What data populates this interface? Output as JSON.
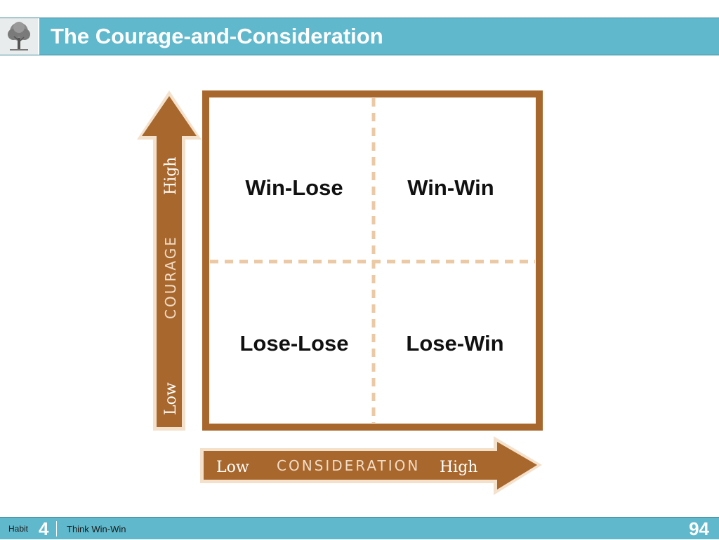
{
  "header": {
    "title": "The Courage-and-Consideration"
  },
  "diagram": {
    "quadrants": {
      "top_left": "Win-Lose",
      "top_right": "Win-Win",
      "bottom_left": "Lose-Lose",
      "bottom_right": "Lose-Win"
    },
    "y_axis": {
      "name": "COURAGE",
      "low": "Low",
      "high": "High"
    },
    "x_axis": {
      "name": "CONSIDERATION",
      "low": "Low",
      "high": "High"
    },
    "colors": {
      "brown": "#a8672c",
      "dashed": "#ebc9a4",
      "arrow_outline": "#f4e1cc"
    }
  },
  "footer": {
    "habit_label": "Habit",
    "habit_number": "4",
    "habit_name": "Think Win-Win",
    "page_number": "94"
  },
  "icons": {
    "logo": "tree-icon"
  }
}
